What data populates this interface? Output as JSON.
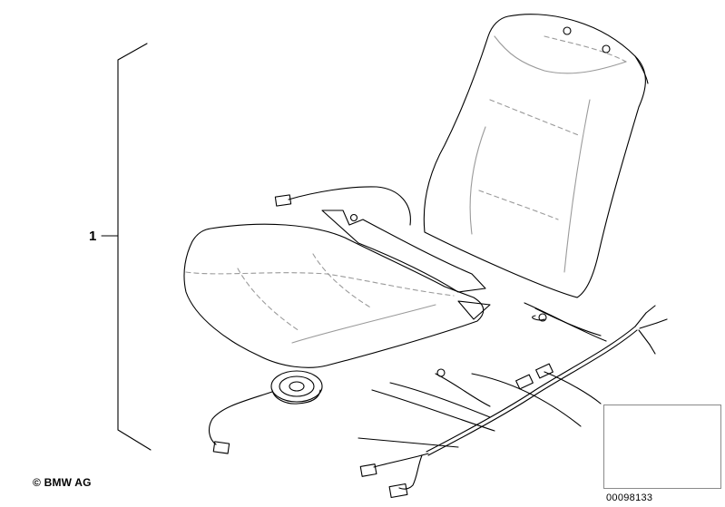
{
  "diagram": {
    "callout_number": "1",
    "copyright": "© BMW AG",
    "reference_number": "00098133"
  },
  "colors": {
    "line": "#000000",
    "thumbnail_border": "#8a8a8a",
    "thumbnail_car": "#b5b5b5",
    "dashed_seams": "#9a9a9a"
  },
  "icons": {
    "seat_backrest": "seat-backrest-drawing",
    "seat_cushion": "seat-cushion-drawing",
    "loudspeaker": "speaker-drawing",
    "wiring_harness": "wiring-harness-drawing",
    "vehicle_thumbnail": "car-thumbnail-drawing"
  }
}
